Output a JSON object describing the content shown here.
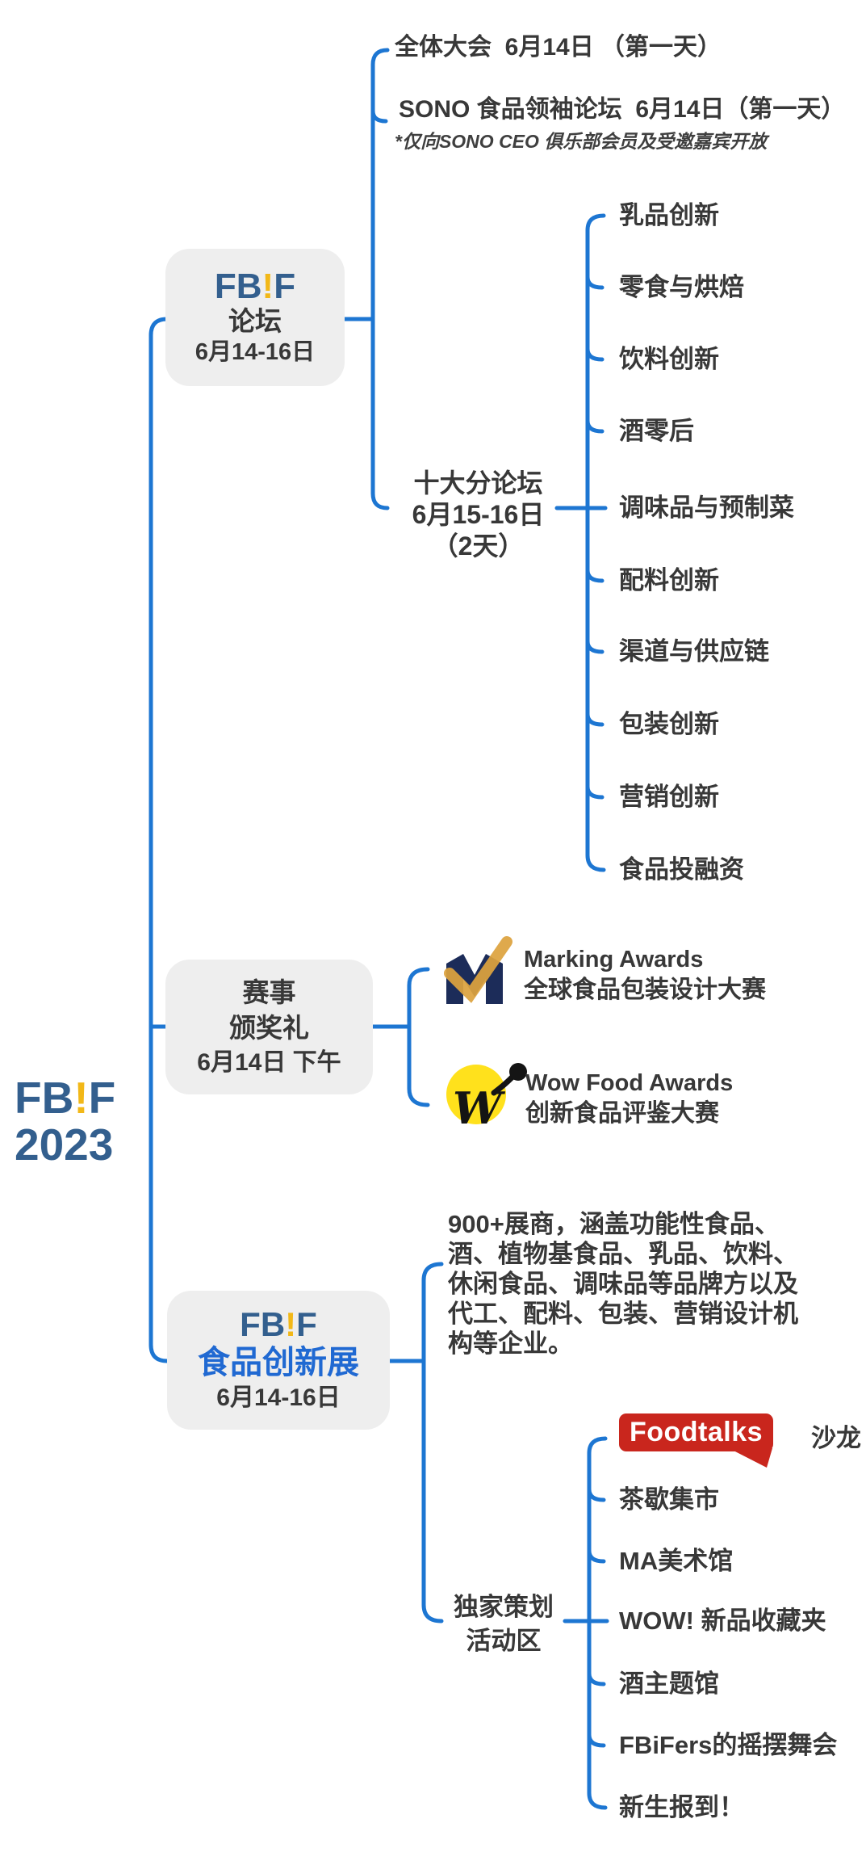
{
  "colors": {
    "line_blue": "#1d76d2",
    "fbif_steel_blue": "#335f8e",
    "fbif_gold": "#f2b818",
    "bright_blue": "#2069d2",
    "box_gray": "#eeeeee",
    "text_dark": "#383838",
    "marking_navy": "#1c2c59",
    "marking_gold": "#dda23e",
    "wow_yellow": "#ffe11c",
    "foodtalks_red": "#c9261d"
  },
  "brand": {
    "fb": "FB",
    "bang": "!",
    "f": "F",
    "year": "2023"
  },
  "forum": {
    "box": {
      "title": "论坛",
      "date": "6月14-16日"
    },
    "plenary": "全体大会  6月14日 （第一天）",
    "sono": {
      "title": "SONO 食品领袖论坛  6月14日（第一天）",
      "note": "*仅向SONO CEO 俱乐部会员及受邀嘉宾开放"
    },
    "subforums": {
      "line1": "十大分论坛",
      "line2": "6月15-16日",
      "line3": "（2天）",
      "items": [
        "乳品创新",
        "零食与烘焙",
        "饮料创新",
        "酒零后",
        "调味品与预制菜",
        "配料创新",
        "渠道与供应链",
        "包装创新",
        "营销创新",
        "食品投融资"
      ]
    }
  },
  "awards": {
    "box": {
      "line1": "赛事",
      "line2": "颁奖礼",
      "date": "6月14日 下午"
    },
    "marking": {
      "name": "Marking Awards",
      "desc": "全球食品包装设计大赛"
    },
    "wow": {
      "name": "Wow Food Awards",
      "desc": "创新食品评鉴大赛",
      "monogram": "W"
    }
  },
  "expo": {
    "box": {
      "title": "食品创新展",
      "date": "6月14-16日"
    },
    "description_lines": [
      "900+展商，涵盖功能性食品、",
      "酒、植物基食品、乳品、饮料、",
      "休闲食品、调味品等品牌方以及",
      "代工、配料、包装、营销设计机",
      "构等企业。"
    ],
    "zones": {
      "line1": "独家策划",
      "line2": "活动区",
      "foodtalks_logo": "Foodtalks",
      "foodtalks_suffix": "沙龙",
      "items": [
        "茶歇集市",
        "MA美术馆",
        "WOW! 新品收藏夹",
        "酒主题馆",
        "FBiFers的摇摆舞会",
        "新生报到！"
      ]
    }
  }
}
